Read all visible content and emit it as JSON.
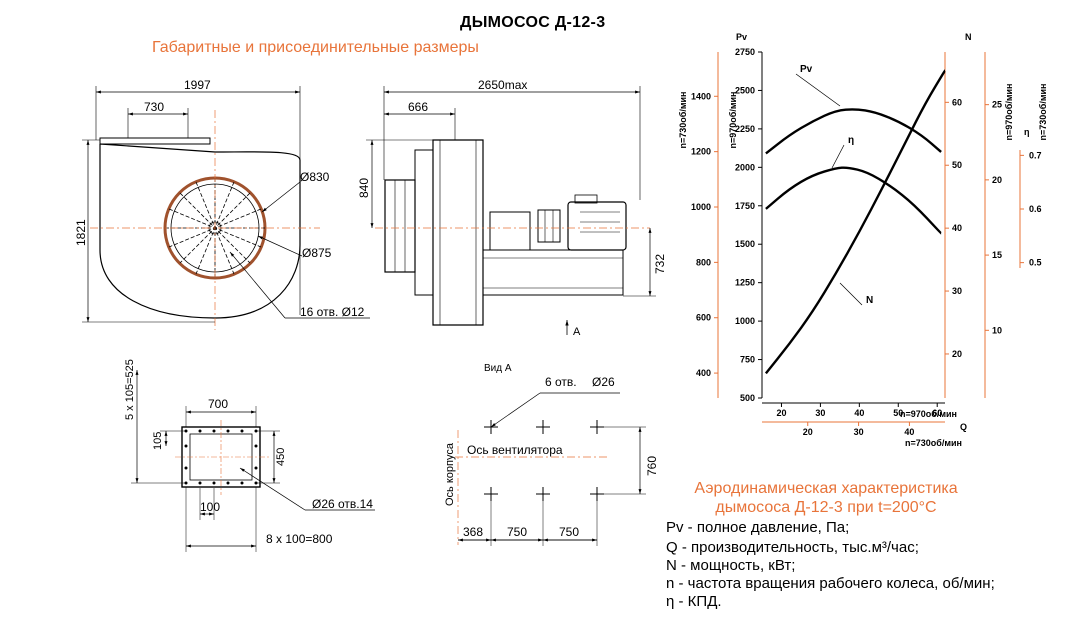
{
  "title": "ДЫМОСОС Д-12-3",
  "subtitle": "Габаритные и присоединительные размеры",
  "views": {
    "side": {
      "width": "1997",
      "outlet_width": "730",
      "height": "1821",
      "dia_inner": "Ø830",
      "dia_outer": "Ø875",
      "holes": "16 отв. Ø12"
    },
    "front": {
      "length": "2650max",
      "inlet_offset": "666",
      "inlet_height": "840",
      "shaft_height": "732",
      "view_arrow": "A"
    },
    "flange": {
      "pitch_v": "5 x 105=525",
      "width": "700",
      "step_v": "105",
      "height": "450",
      "step_h": "100",
      "pitch_h": "8 x 100=800",
      "holes": "Ø26 отв.14"
    },
    "base": {
      "view_label": "Вид А",
      "holes": "6 отв.",
      "hole_dia": "Ø26",
      "fan_axis": "Ось вентилятора",
      "body_axis": "Ось корпуса",
      "depth": "760",
      "offset": "368",
      "span1": "750",
      "span2": "750"
    }
  },
  "chart_data": {
    "type": "line",
    "title": "",
    "xlabel": "Q",
    "x_axes": [
      {
        "label": "n=970об/мин",
        "ticks": [
          20,
          30,
          40,
          50,
          60
        ],
        "range": [
          15,
          62
        ]
      },
      {
        "label": "n=730об/мин",
        "ticks": [
          20,
          30,
          40
        ],
        "range": [
          11,
          47
        ]
      }
    ],
    "y_axes": [
      {
        "label": "n=730об/мин",
        "ticks": [
          400,
          600,
          800,
          1000,
          1200,
          1400
        ],
        "range": [
          310,
          1560
        ]
      },
      {
        "label": "n=970об/мин",
        "title": "Pv",
        "ticks": [
          500,
          750,
          1000,
          1250,
          1500,
          1750,
          2000,
          2250,
          2500,
          2750
        ],
        "range": [
          500,
          2750
        ]
      },
      {
        "label": "n=970об/мин",
        "title": "N",
        "ticks": [
          20,
          30,
          40,
          50,
          60
        ],
        "range": [
          13,
          68
        ]
      },
      {
        "label": "n=730об/мин",
        "ticks": [
          10,
          15,
          20,
          25
        ],
        "range": [
          5.5,
          28.5
        ]
      },
      {
        "label": "",
        "title": "η",
        "ticks": [
          0.5,
          0.6,
          0.7
        ],
        "range": [
          0.49,
          0.71
        ]
      }
    ],
    "series": [
      {
        "name": "Pv",
        "x": [
          16,
          22,
          28,
          34,
          39,
          44,
          50,
          56,
          61
        ],
        "y": [
          2090,
          2210,
          2300,
          2370,
          2380,
          2360,
          2300,
          2210,
          2100
        ]
      },
      {
        "name": "η",
        "x": [
          16,
          22,
          28,
          34,
          37,
          42,
          48,
          54,
          61
        ],
        "y": [
          1730,
          1860,
          1950,
          1995,
          2000,
          1970,
          1880,
          1760,
          1570
        ]
      },
      {
        "name": "N",
        "x": [
          16,
          22,
          28,
          34,
          40,
          46,
          52,
          57,
          62
        ],
        "y": [
          660,
          850,
          1060,
          1310,
          1580,
          1870,
          2170,
          2420,
          2630
        ]
      }
    ],
    "grid": false
  },
  "aero_title": [
    "Аэродинамическая характеристика",
    "дымососа Д-12-3 при t=200°C"
  ],
  "legend": [
    "Pv - полное давление, Па;",
    "Q - производительность, тыс.м³/час;",
    "N - мощность, кВт;",
    "n - частота вращения рабочего колеса, об/мин;",
    "η - КПД."
  ],
  "colors": {
    "accent": "#e8743a",
    "ink": "#000000",
    "frame": "#a0522d"
  }
}
